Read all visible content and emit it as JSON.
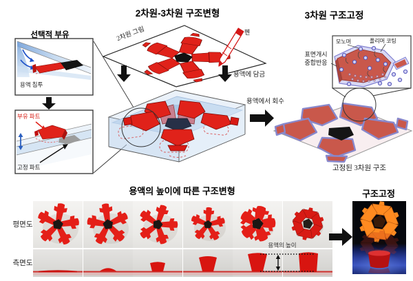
{
  "figure": {
    "top": {
      "left": {
        "title": "선택적 부유",
        "solution_label": "용액 침투",
        "floating_label": "부유 파트",
        "fixed_label": "고정 파트"
      },
      "center": {
        "title": "2차원-3차원 구조변형",
        "plane_label": "2차원 그림",
        "pen_label": "펜",
        "dip_label": "용액에 담금",
        "recover_label": "용액에서 회수"
      },
      "right": {
        "title": "3차원 구조고정",
        "monomer_label": "모노머",
        "coating_label": "폴리머 코팅",
        "reaction_line1": "표면개시",
        "reaction_line2": "중합반응",
        "caption": "고정된 3차원 구조"
      }
    },
    "bottom": {
      "title": "용액의 높이에 따른 구조변형",
      "plan_view_label": "평면도",
      "side_view_label": "측면도",
      "height_label": "용액의 높이",
      "result_title": "구조고정"
    },
    "colors": {
      "film_red": "#e0221a",
      "film_dark_red": "#8a0f0a",
      "part_black": "#141414",
      "solution_blue": "#c9ddf1",
      "arrow_blue": "#2b5fc0",
      "coated_salmon": "#c9584b",
      "coating_purple": "#8c8cd0",
      "floor_pink": "#f8eef0",
      "result_orange": "#ff8a20",
      "result_photo_blue": "#2b3f9e"
    }
  }
}
